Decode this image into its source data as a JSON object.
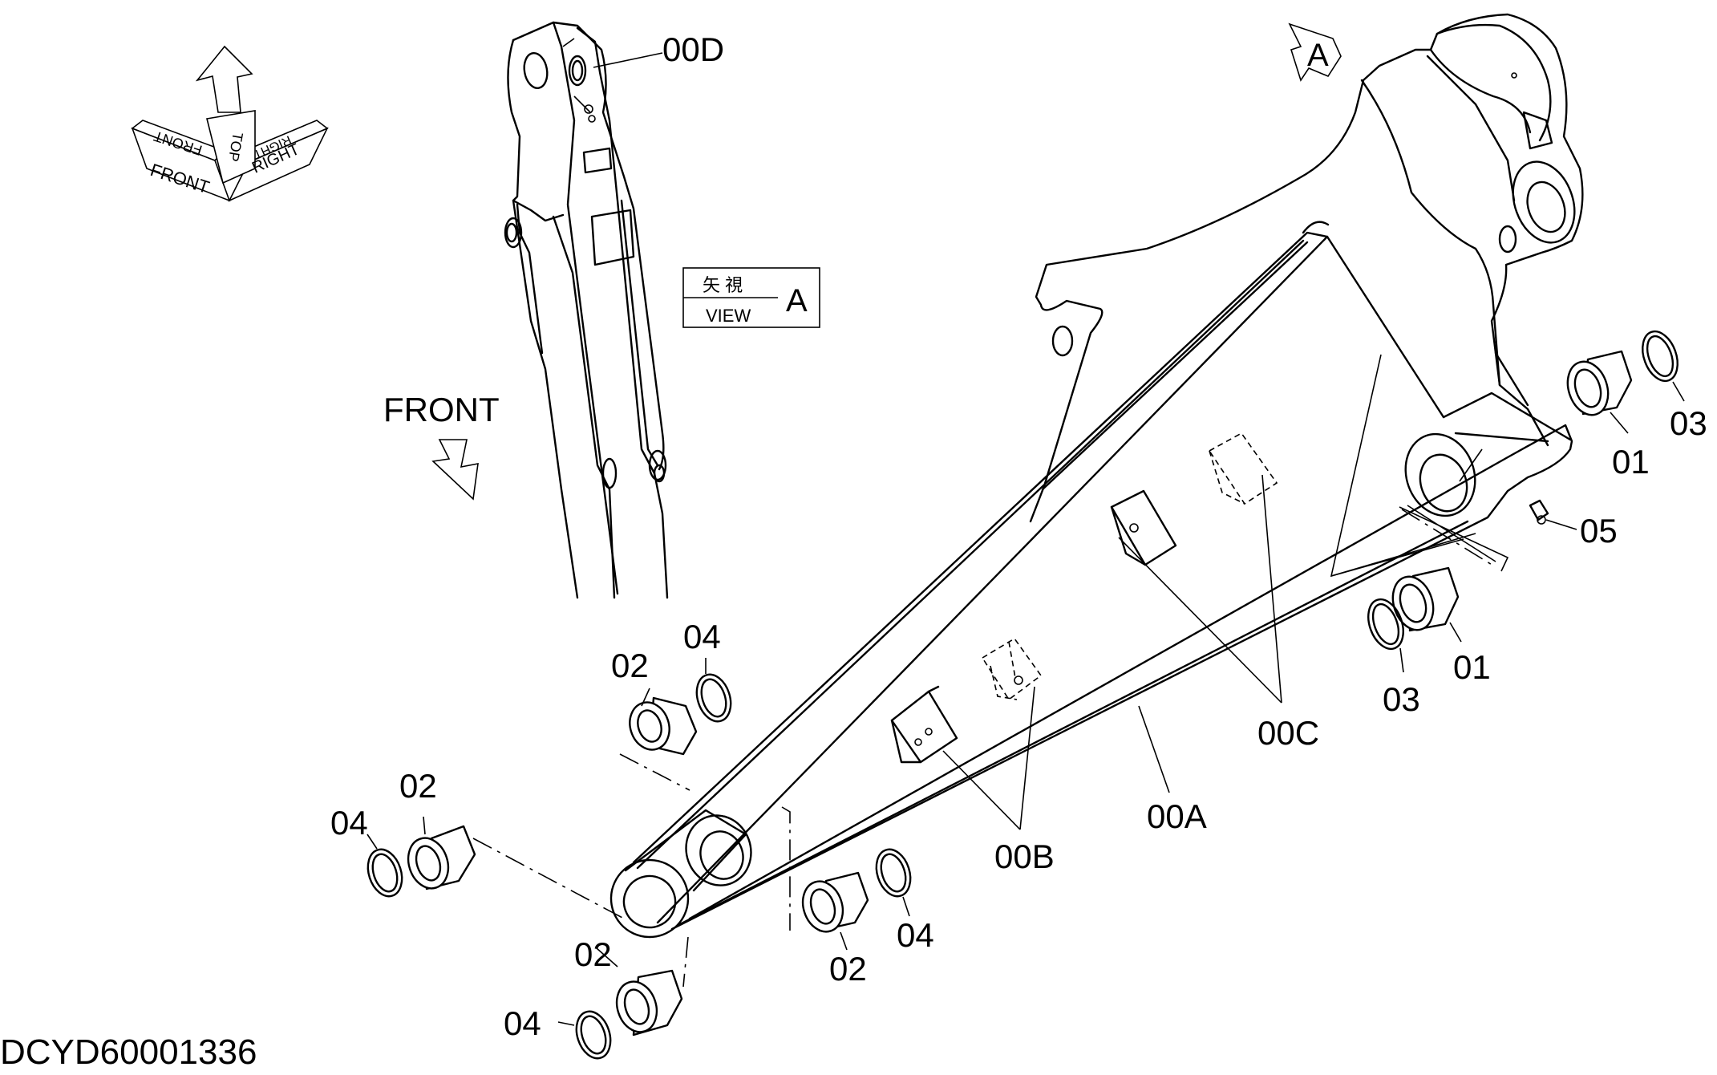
{
  "drawing_id": "DCYD60001336",
  "orientation_indicator": {
    "front": "FRONT",
    "top": "TOP",
    "right": "RIGHT"
  },
  "front_arrow_label": "FRONT",
  "view_marker_label": "A",
  "view_box": {
    "jp": "矢 視",
    "en": "VIEW",
    "letter": "A"
  },
  "callouts": {
    "c00A": "00A",
    "c00B": "00B",
    "c00C": "00C",
    "c00D": "00D",
    "c01_upper": "01",
    "c01_lower": "01",
    "c02_a": "02",
    "c02_b": "02",
    "c02_c": "02",
    "c02_d": "02",
    "c03_upper": "03",
    "c03_lower": "03",
    "c04_a": "04",
    "c04_b": "04",
    "c04_c": "04",
    "c04_d": "04",
    "c05": "05"
  }
}
